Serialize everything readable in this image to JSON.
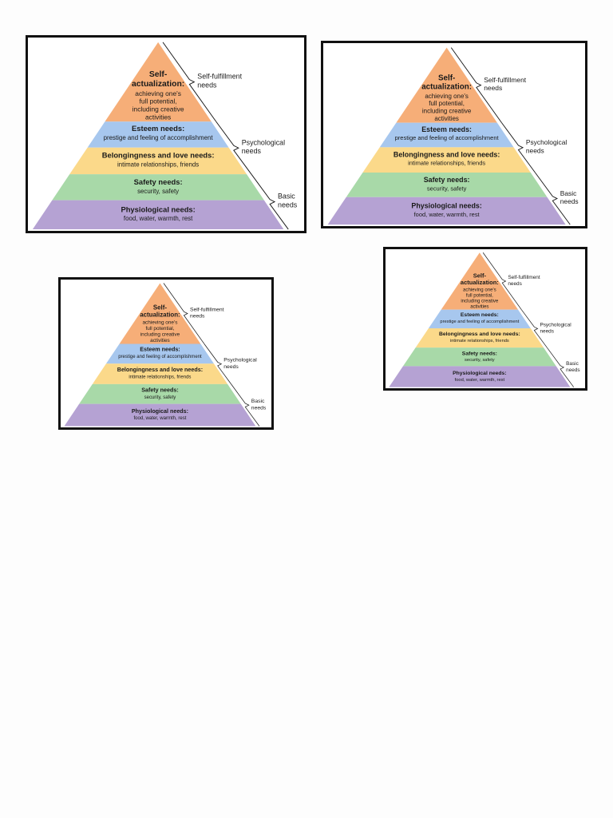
{
  "colors": {
    "self": "#f6ae78",
    "esteem": "#a7c7ee",
    "belonging": "#fbd98a",
    "safety": "#a8d9a8",
    "physiological": "#b5a2d3",
    "frame": "#111111",
    "text": "#1a1a1a"
  },
  "pyramid": {
    "levels": [
      {
        "key": "self",
        "title_lines": [
          "Self-",
          "actualization:"
        ],
        "desc_lines": [
          "achieving one's",
          "full potential,",
          "including creative",
          "activities"
        ]
      },
      {
        "key": "esteem",
        "title_lines": [
          "Esteem needs:"
        ],
        "desc_lines": [
          "prestige and feeling of accomplishment"
        ]
      },
      {
        "key": "belonging",
        "title_lines": [
          "Belongingness and love needs:"
        ],
        "desc_lines": [
          "intimate relationships, friends"
        ]
      },
      {
        "key": "safety",
        "title_lines": [
          "Safety needs:"
        ],
        "desc_lines": [
          "security, safety"
        ]
      },
      {
        "key": "physiological",
        "title_lines": [
          "Physiological needs:"
        ],
        "desc_lines": [
          "food, water, warmth, rest"
        ]
      }
    ],
    "groups": [
      {
        "label_lines": [
          "Self-fulfillment",
          "needs"
        ]
      },
      {
        "label_lines": [
          "Psychological",
          "needs"
        ]
      },
      {
        "label_lines": [
          "Basic",
          "needs"
        ]
      }
    ]
  },
  "cards": [
    {
      "name": "pyramid-card-top-left"
    },
    {
      "name": "pyramid-card-top-right"
    },
    {
      "name": "pyramid-card-bottom-left"
    },
    {
      "name": "pyramid-card-bottom-right"
    }
  ]
}
